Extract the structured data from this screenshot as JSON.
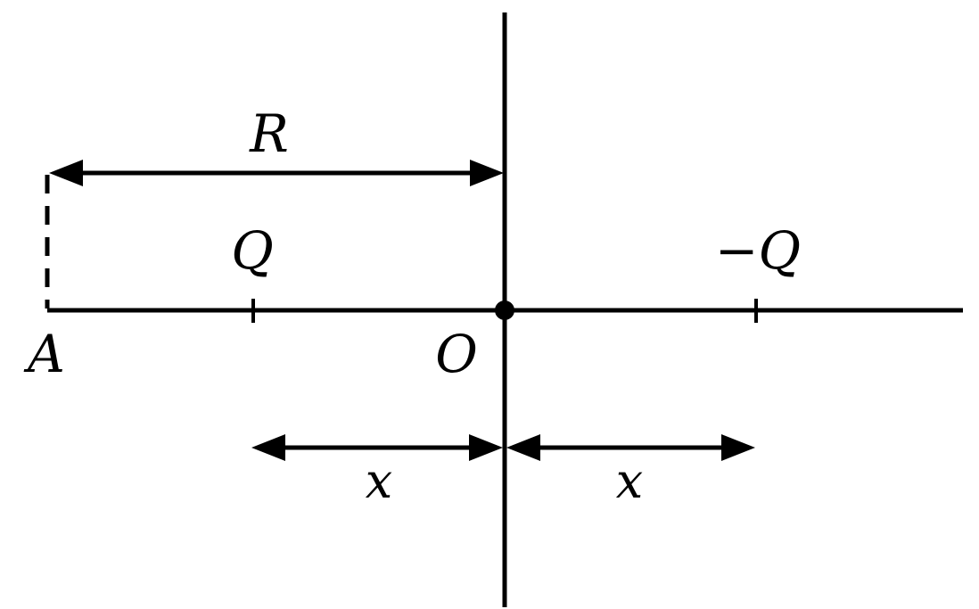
{
  "figure": {
    "description": "diagram of two point charges Q and -Q on a horizontal axis, symmetric about origin O, with radius R measured from O to point A",
    "background_color": "#ffffff",
    "line_color": "#000000",
    "labels": {
      "radius": "R",
      "left_charge": "Q",
      "right_charge": "−Q",
      "origin": "O",
      "point_a": "A",
      "left_distance": "x",
      "right_distance": "x"
    }
  }
}
